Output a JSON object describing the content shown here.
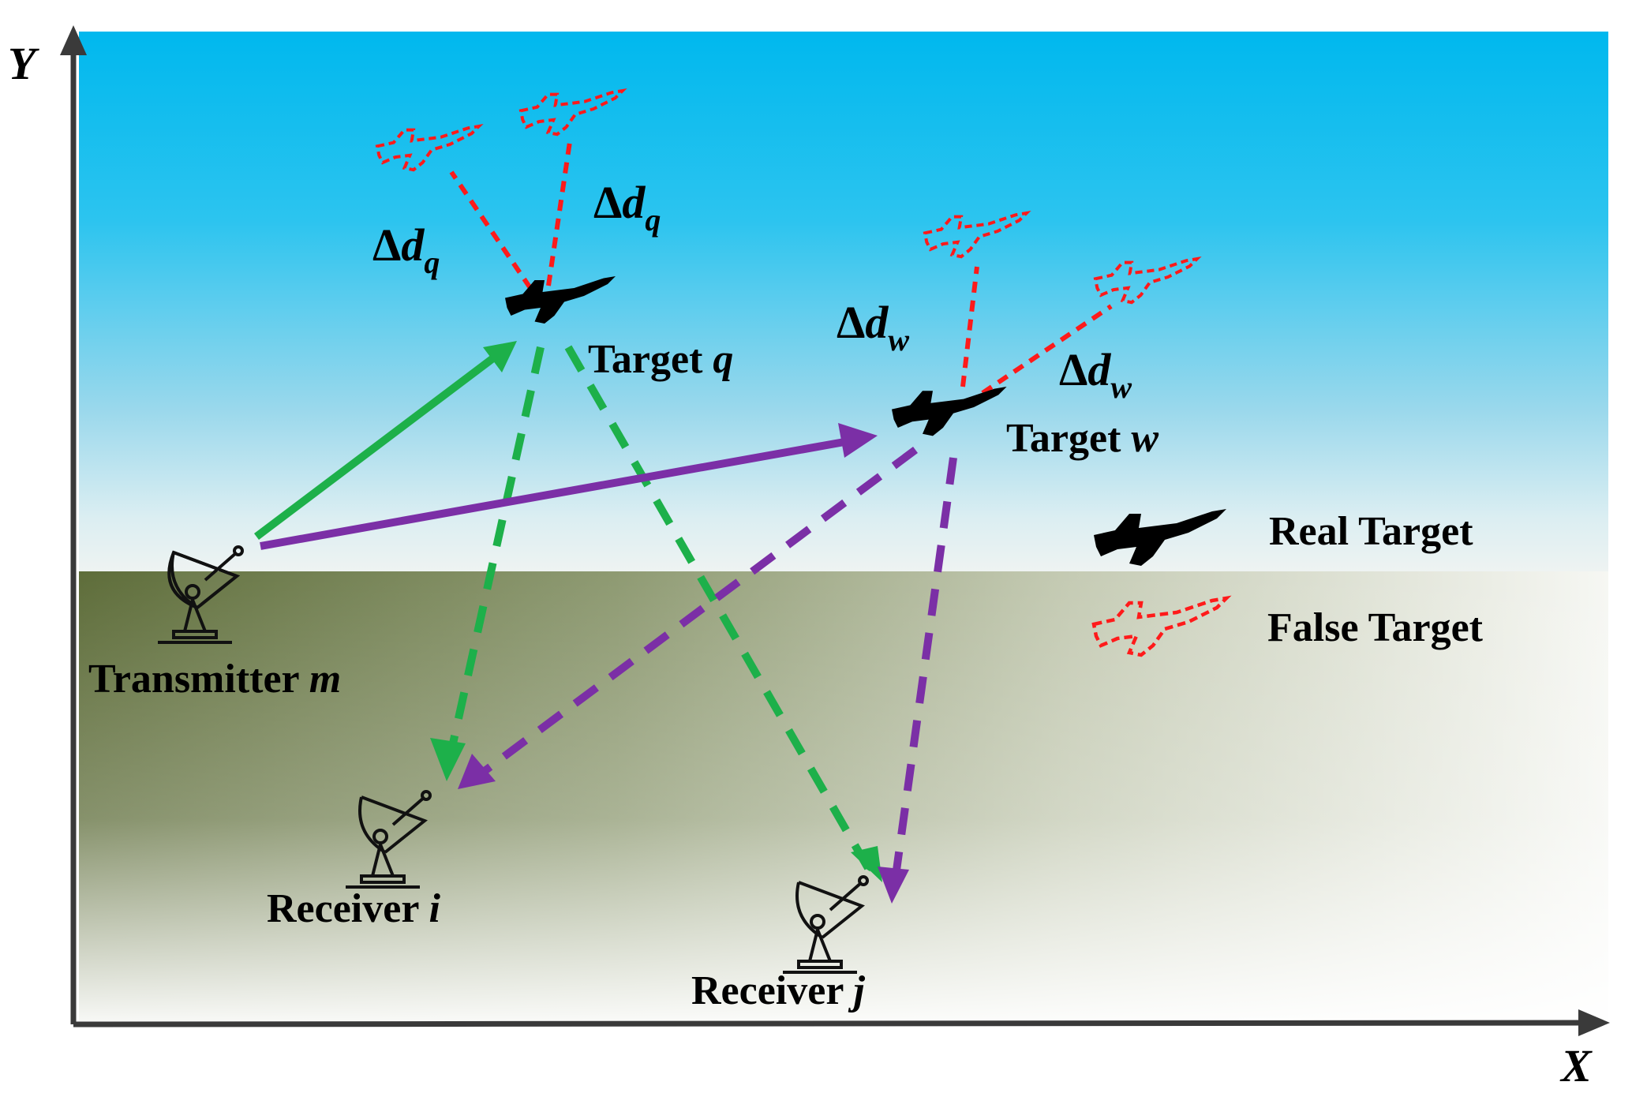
{
  "axes": {
    "x_label": "X",
    "y_label": "Y"
  },
  "targets": {
    "q": {
      "name": "Target",
      "symbol": "q",
      "delta_left": "d",
      "delta_left_sub": "q",
      "delta_right": "d",
      "delta_right_sub": "q"
    },
    "w": {
      "name": "Target",
      "symbol": "w",
      "delta_left": "d",
      "delta_left_sub": "w",
      "delta_right": "d",
      "delta_right_sub": "w"
    }
  },
  "delta_symbol": "Δ",
  "transmitter": {
    "name": "Transmitter",
    "symbol": "m"
  },
  "receivers": [
    {
      "name": "Receiver",
      "symbol": "i"
    },
    {
      "name": "Receiver",
      "symbol": "j"
    }
  ],
  "legend": {
    "real": "Real Target",
    "false": "False Target"
  },
  "colors": {
    "green_path": "#1db04a",
    "purple_path": "#7b2fa6",
    "false_target": "#ff1a1a",
    "sky_top": "#00b8ee",
    "ground": "#5e6d3a"
  }
}
